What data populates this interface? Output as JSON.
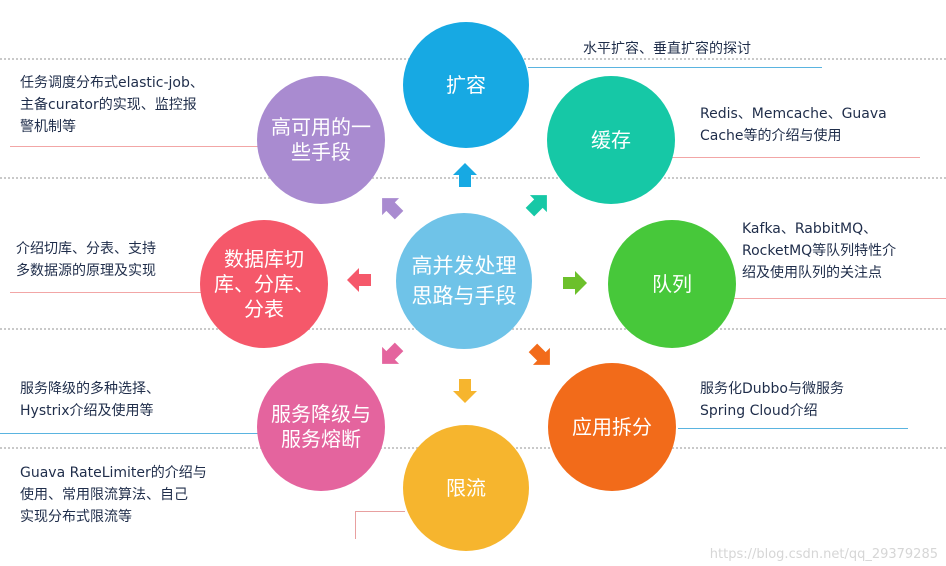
{
  "center": {
    "line1": "高并发处理",
    "line2": "思路与手段",
    "color": "#6fc3e8"
  },
  "nodes": {
    "scale": {
      "line1": "扩容",
      "color": "#17a9e3"
    },
    "cache": {
      "line1": "缓存",
      "color": "#16c8a6"
    },
    "queue": {
      "line1": "队列",
      "color": "#47c83a"
    },
    "split": {
      "line1": "应用拆分",
      "color": "#f26b1a"
    },
    "limit": {
      "line1": "限流",
      "color": "#f6b52e"
    },
    "degrade": {
      "line1": "服务降级与",
      "line2": "服务熔断",
      "color": "#e4649e"
    },
    "db": {
      "line1": "数据库切",
      "line2": "库、分库、",
      "line3": "分表",
      "color": "#f5586a"
    },
    "ha": {
      "line1": "高可用的一",
      "line2": "些手段",
      "color": "#a98bd0"
    }
  },
  "notes": {
    "scale": {
      "line1": "水平扩容、垂直扩容的探讨"
    },
    "cache": {
      "line1": "Redis、Memcache、Guava",
      "line2": "Cache等的介绍与使用"
    },
    "queue": {
      "line1": "Kafka、RabbitMQ、",
      "line2": "RocketMQ等队列特性介",
      "line3": "绍及使用队列的关注点"
    },
    "split": {
      "line1": "服务化Dubbo与微服务",
      "line2": "Spring Cloud介绍"
    },
    "limit": {
      "line1": "Guava RateLimiter的介绍与",
      "line2": "使用、常用限流算法、自己",
      "line3": "实现分布式限流等"
    },
    "degrade": {
      "line1": "服务降级的多种选择、",
      "line2": "Hystrix介绍及使用等"
    },
    "db": {
      "line1": "介绍切库、分表、支持",
      "line2": "多数据源的原理及实现"
    },
    "ha": {
      "line1": "任务调度分布式elastic-job、",
      "line2": "主备curator的实现、监控报",
      "line3": "警机制等"
    }
  },
  "watermark": "https://blog.csdn.net/qq_29379285"
}
